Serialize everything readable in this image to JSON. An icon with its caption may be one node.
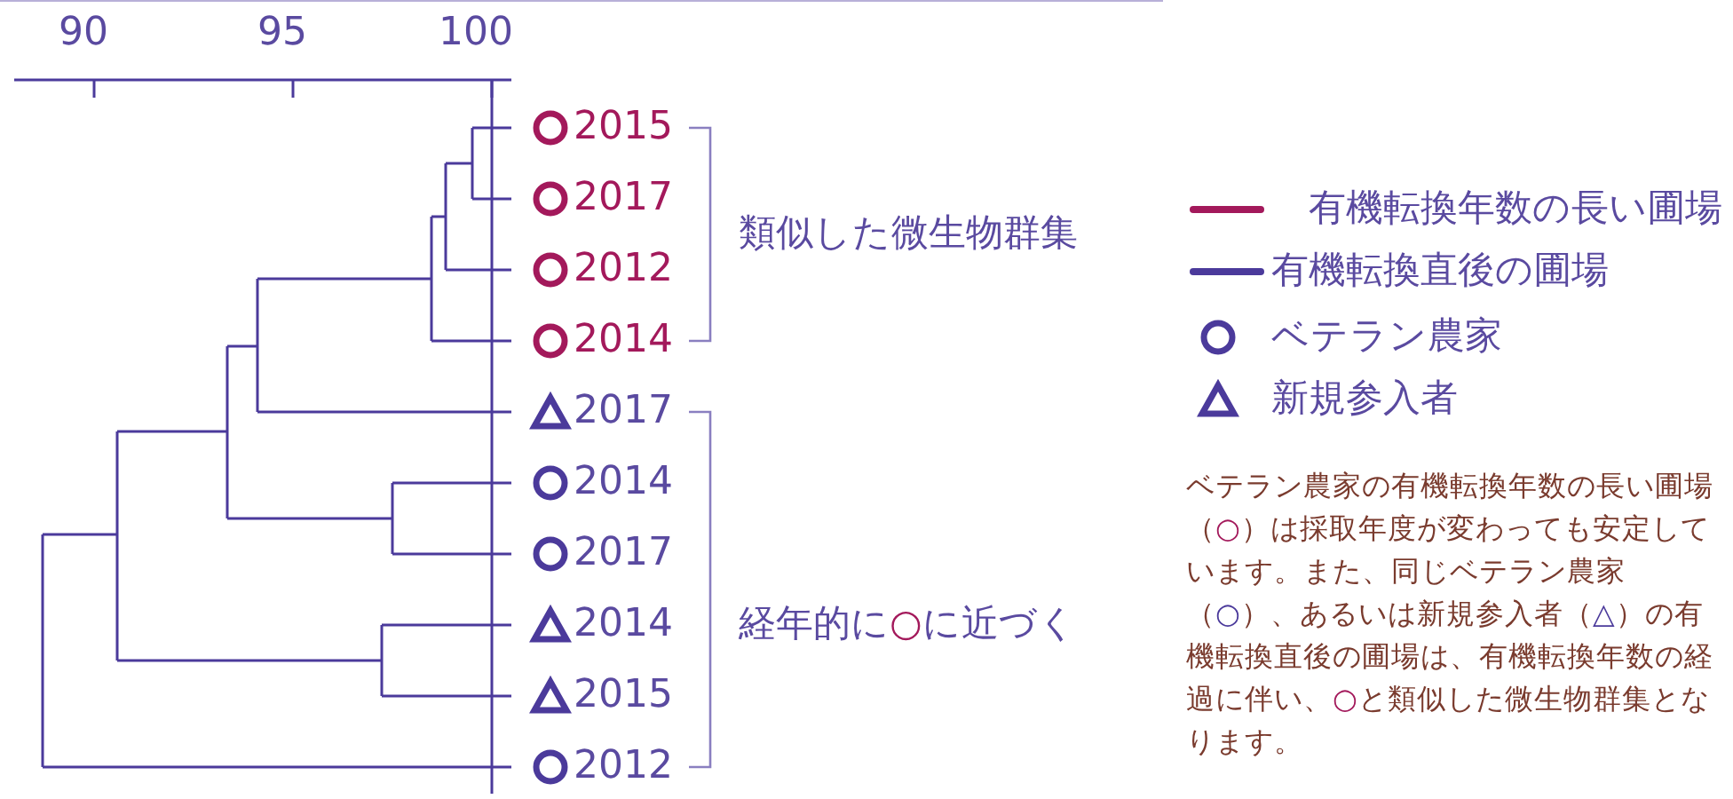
{
  "diagram": {
    "labels": [
      "90",
      "95",
      "100",
      "2015",
      "2017",
      "2012",
      "2014",
      "2017",
      "2014",
      "2017",
      "2014",
      "2015",
      "2012",
      "類似した微生物群集",
      "経年的に○に近づく",
      "ベテラン農家の有機転換年数の長い圃場（○）は採取年度が変わっても安定しています。また、同じベテラン農家（○）、あるいは新規参入者（△）の有機転換直後の圃場は、有機転換年数の経過に伴い、○と類似した微生物群集となります。"
    ],
    "legend": [
      {
        "text": "有機転換年数の長い圃場",
        "color": "#a3195b"
      },
      {
        "text": "有機転換直後の圃場",
        "color": "#4b3a9b"
      },
      {
        "text": "ベテラン農家"
      },
      {
        "text": "新規参入者"
      }
    ]
  }
}
